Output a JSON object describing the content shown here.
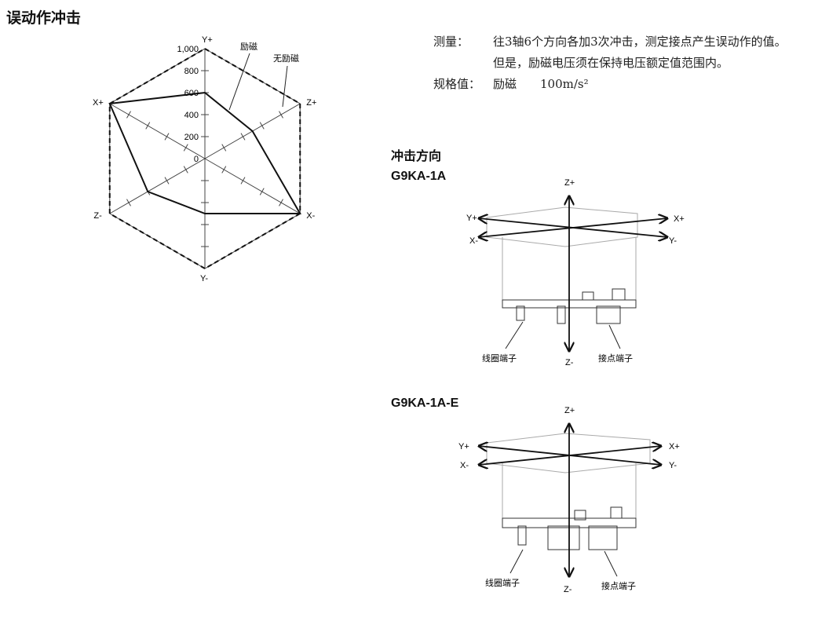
{
  "page": {
    "title": "误动作冲击"
  },
  "spec": {
    "measure_label": "测量：",
    "measure_line1": "往3轴6个方向各加3次冲击，测定接点产生误动作的值。",
    "measure_line2": "但是，励磁电压须在保持电压额定值范围内。",
    "standard_label": "规格值：",
    "standard_item": "励磁",
    "standard_value": "100m/s²"
  },
  "shock_direction": {
    "title": "冲击方向",
    "models": [
      {
        "name": "G9KA-1A",
        "coil_terminal_label": "线圈端子",
        "contact_terminal_label": "接点端子",
        "axes": {
          "z_plus": "Z+",
          "z_minus": "Z-",
          "y_plus": "Y+",
          "x_minus": "X-",
          "x_plus": "X+",
          "y_minus": "Y-"
        }
      },
      {
        "name": "G9KA-1A-E",
        "coil_terminal_label": "线圈端子",
        "contact_terminal_label": "接点端子",
        "axes": {
          "z_plus": "Z+",
          "z_minus": "Z-",
          "y_plus": "Y+",
          "x_minus": "X-",
          "x_plus": "X+",
          "y_minus": "Y-"
        }
      }
    ]
  },
  "chart_data": {
    "type": "radar",
    "axes": [
      "Y+",
      "Z+",
      "X-",
      "Y-",
      "Z-",
      "X+"
    ],
    "ticks": [
      "0",
      "200",
      "400",
      "600",
      "800",
      "1,000"
    ],
    "rmax": 1000,
    "series": [
      {
        "name": "励磁",
        "style": "solid",
        "values": [
          600,
          500,
          1000,
          500,
          600,
          1000
        ]
      },
      {
        "name": "无励磁",
        "style": "dashed",
        "values": [
          1000,
          1000,
          1000,
          1000,
          1000,
          1000
        ]
      }
    ]
  }
}
